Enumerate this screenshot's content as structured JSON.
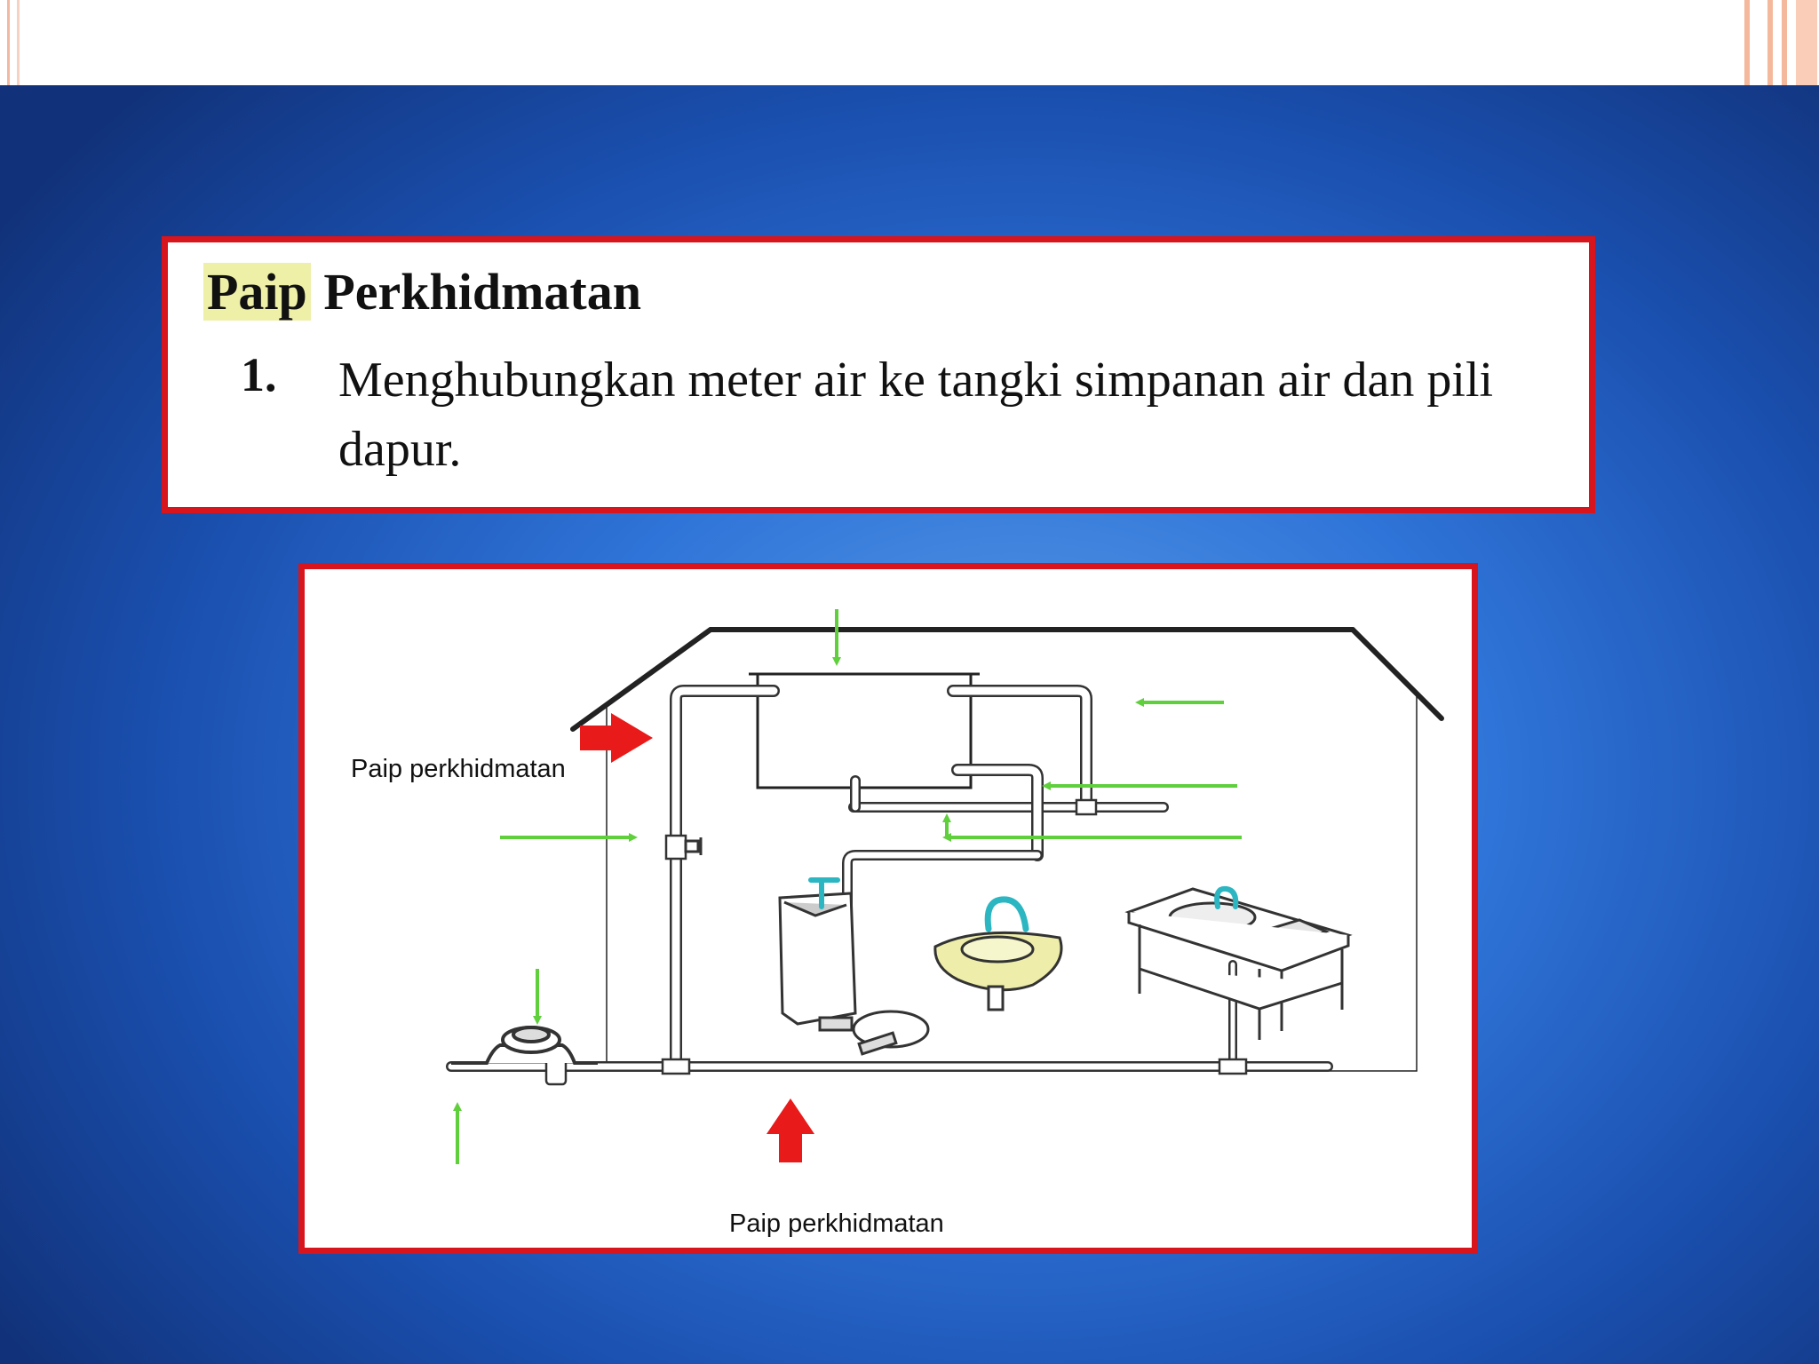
{
  "slide": {
    "heading_highlight": "Paip",
    "heading_rest": "Perkhidmatan",
    "item_number": "1.",
    "item_text": "Menghubungkan meter air ke tangki simpanan air dan pili dapur."
  },
  "diagram": {
    "label_left": "Paip perkhidmatan",
    "label_bottom": "Paip perkhidmatan",
    "colors": {
      "frame": "#d8141c",
      "red_arrow": "#e81a1a",
      "green_arrow": "#5fcf3c",
      "pipe": "#333333",
      "tap": "#2bb6c2",
      "basin": "#eeeeaa"
    }
  }
}
